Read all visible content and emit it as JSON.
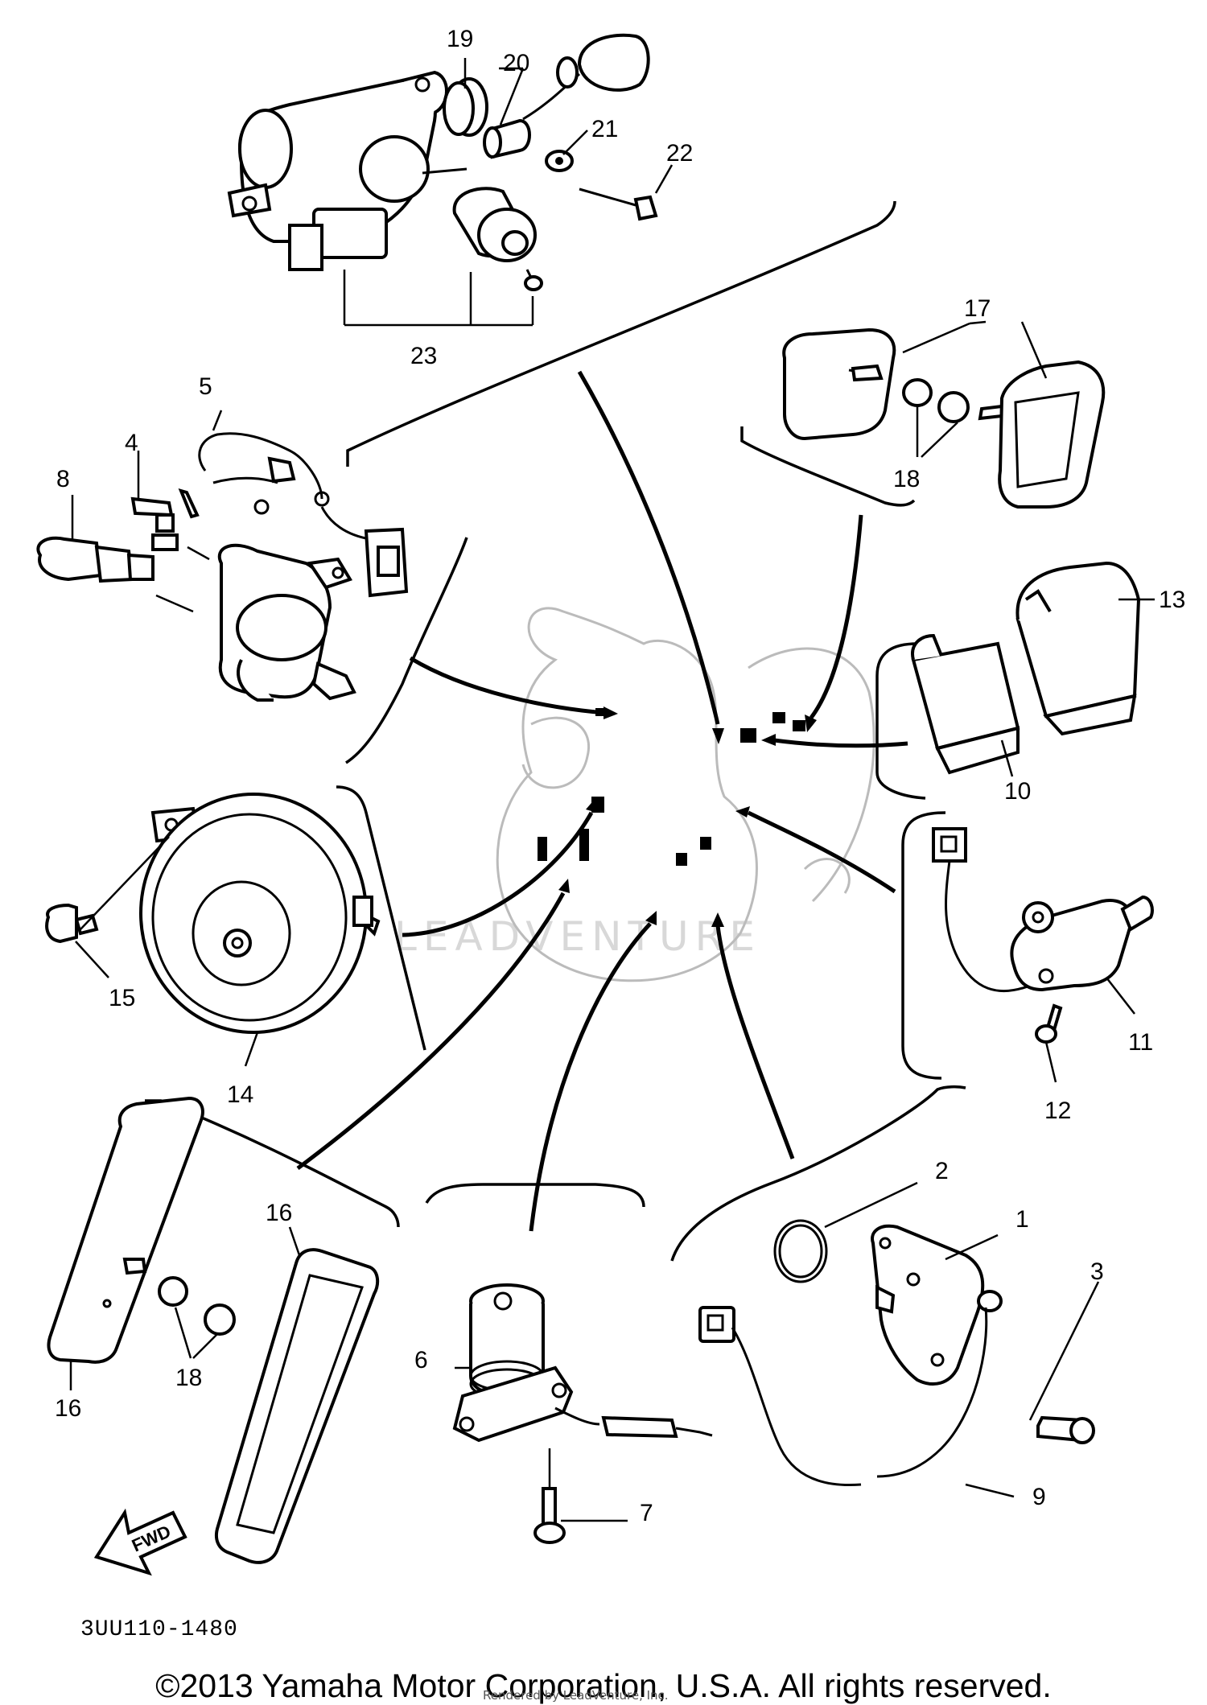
{
  "callouts": [
    "1",
    "2",
    "3",
    "4",
    "5",
    "6",
    "7",
    "8",
    "9",
    "10",
    "11",
    "12",
    "13",
    "14",
    "15",
    "16",
    "16",
    "17",
    "18",
    "18",
    "18",
    "19",
    "20",
    "21",
    "22",
    "23"
  ],
  "direction_label": "FWD",
  "diagram_code": "3UU110-1480",
  "copyright": "©2013 Yamaha Motor Corporation, U.S.A. All rights reserved.",
  "watermark": "LEADVENTURE",
  "rendered_by": "Rendered by LeadVenture, Inc."
}
